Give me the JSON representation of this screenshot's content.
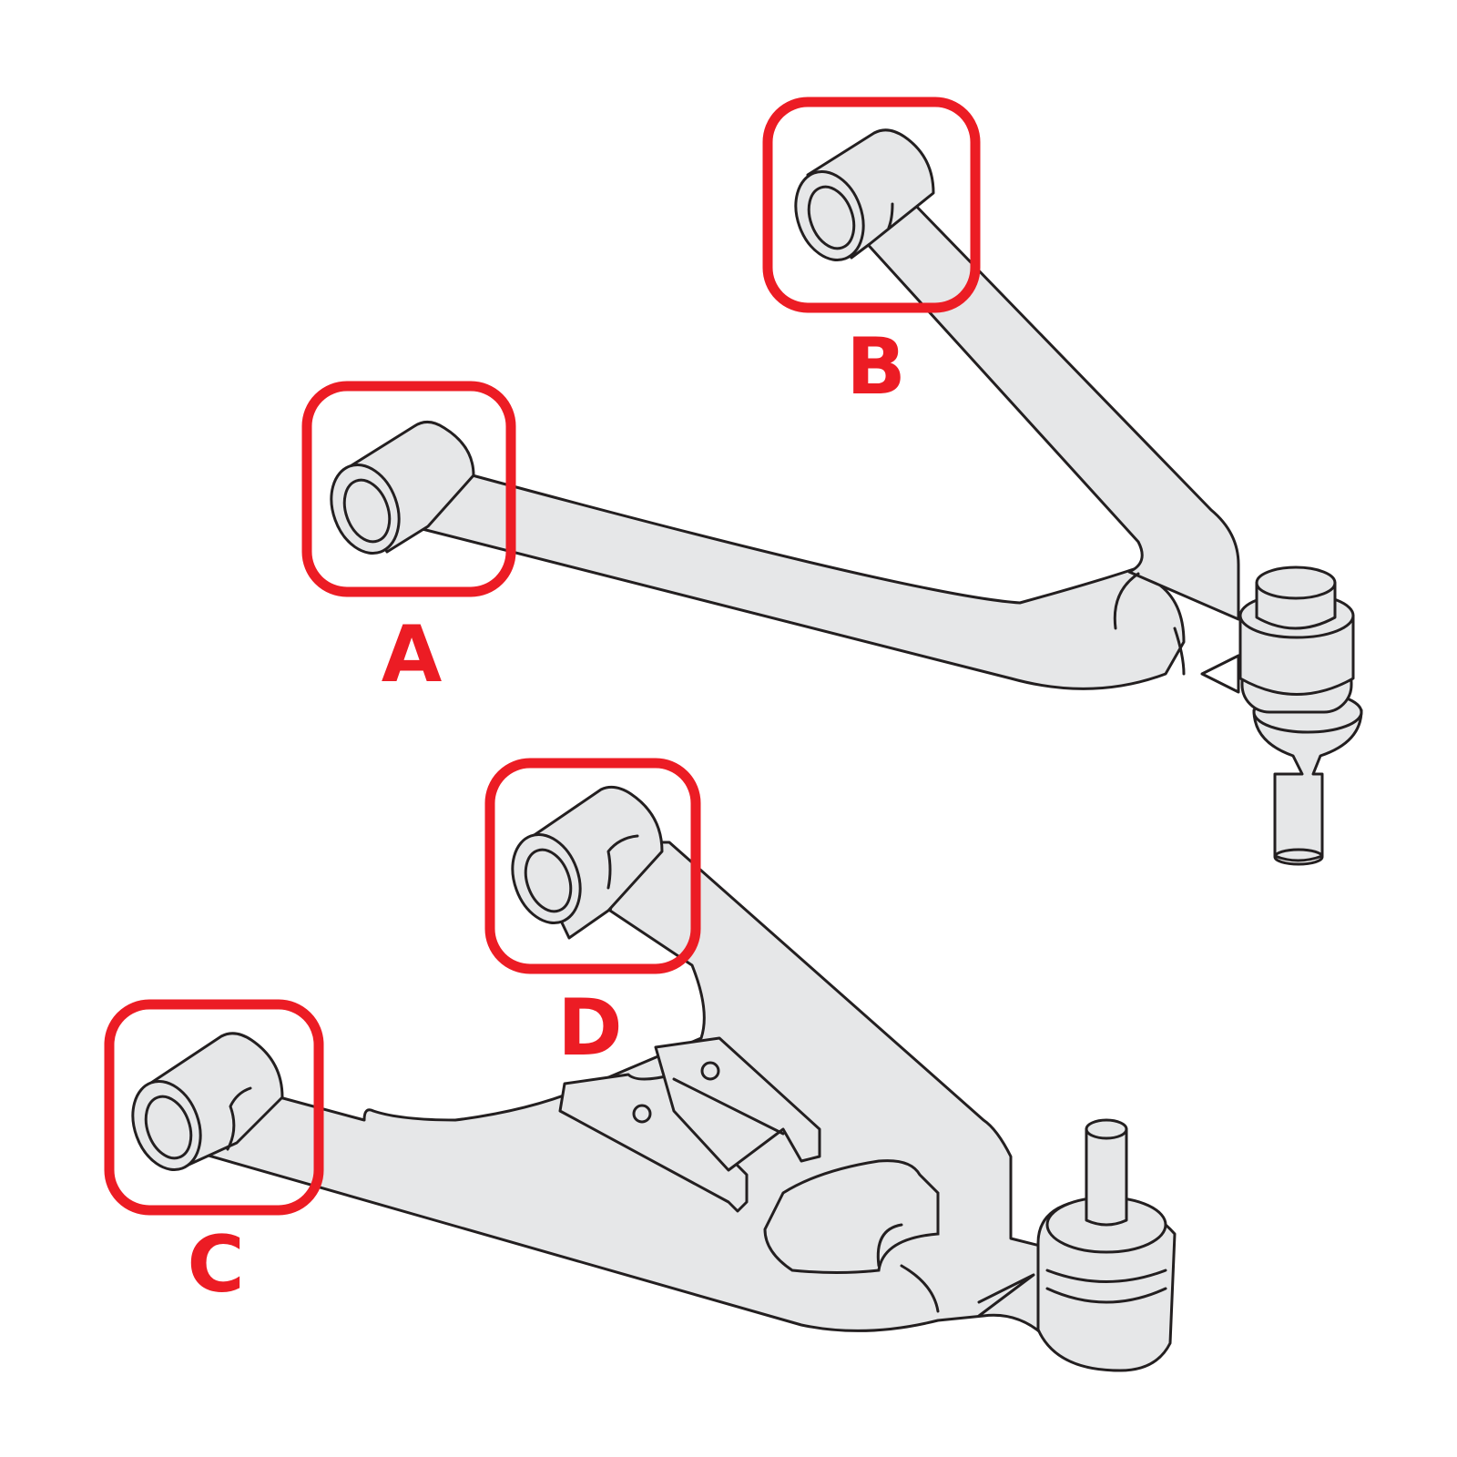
{
  "colors": {
    "accent": "#ec1c24",
    "part_fill": "#e6e7e8",
    "outline": "#231f20",
    "background": "#ffffff"
  },
  "callouts": [
    {
      "id": "A",
      "label": "A"
    },
    {
      "id": "B",
      "label": "B"
    },
    {
      "id": "C",
      "label": "C"
    },
    {
      "id": "D",
      "label": "D"
    }
  ]
}
